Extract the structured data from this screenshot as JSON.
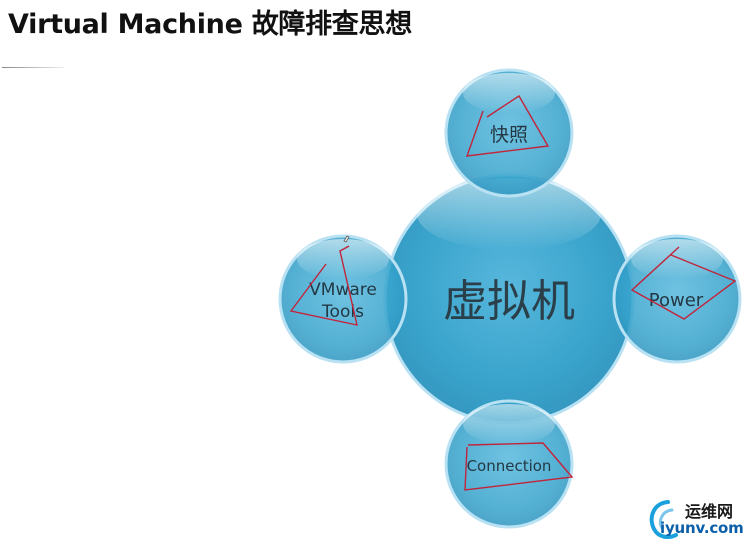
{
  "title": "Virtual Machine 故障排查思想",
  "center": {
    "label": "虚拟机"
  },
  "nodes": {
    "snapshot": {
      "label": "快照"
    },
    "vmware_tools": {
      "line1": "VMware",
      "line2": "Tools"
    },
    "power": {
      "label": "Power"
    },
    "connection": {
      "label": "Connection"
    }
  },
  "logo": {
    "cn": "运维网",
    "en": "iyunv.com"
  },
  "colors": {
    "bubble_fill": "#2f9fc9",
    "bubble_stroke": "#a9dcf0",
    "center_text": "#2a3f4a",
    "node_text": "#233844",
    "annotation_red": "#c2243a"
  }
}
